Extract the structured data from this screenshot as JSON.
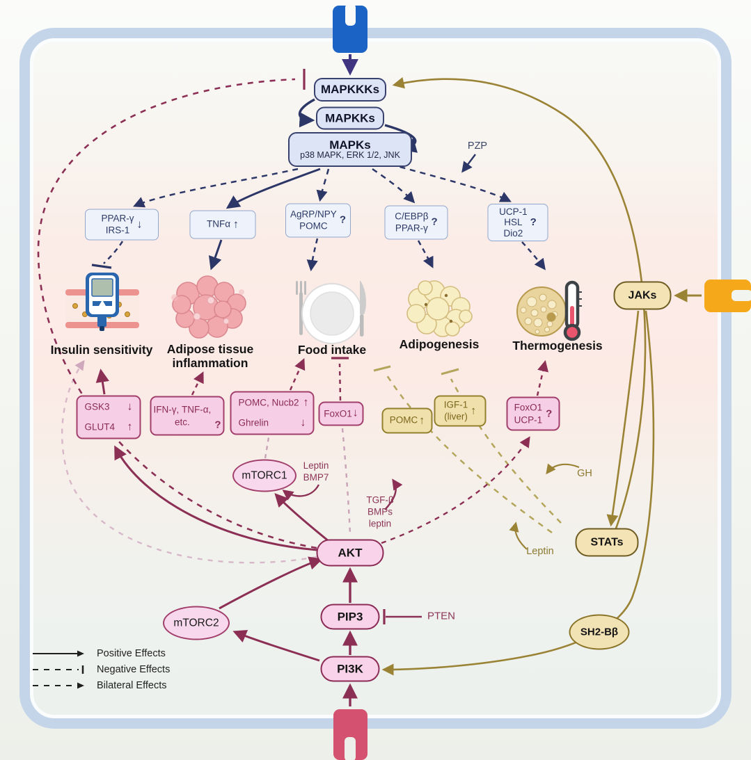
{
  "cascade": {
    "mapkkks": "MAPKKKs",
    "mapkks": "MAPKKs",
    "mapks": "MAPKs",
    "mapks_sub": "p38 MAPK, ERK 1/2,  JNK",
    "pzp": "PZP"
  },
  "mediators_top": {
    "ppar": {
      "l1": "PPAR-γ",
      "l2": "IRS-1",
      "arrow": "↓"
    },
    "tnfa": {
      "l1": "TNFα",
      "arrow": "↑"
    },
    "agrp": {
      "l1": "AgRP/NPY",
      "l2": "POMC",
      "mark": "?"
    },
    "cebp": {
      "l1": "C/EBPβ",
      "l2": "PPAR-γ",
      "mark": "?"
    },
    "ucp1": {
      "l1": "UCP-1",
      "l2": "HSL",
      "l3": "Dio2",
      "mark": "?"
    }
  },
  "outcomes": {
    "insulin": "Insulin sensitivity",
    "adipose_l1": "Adipose tissue",
    "adipose_l2": "inflammation",
    "food": "Food intake",
    "adipogenesis": "Adipogenesis",
    "thermogenesis": "Thermogenesis"
  },
  "mediators_bottom": {
    "gsk3": {
      "r1t": "GSK3",
      "r1a": "↓",
      "r2t": "GLUT4",
      "r2a": "↑"
    },
    "ifn": {
      "l1": "IFN-γ, TNF-α,",
      "l2": "etc.",
      "mark": "?"
    },
    "pomc_nucb2": {
      "r1t": "POMC, Nucb2",
      "r1a": "↑",
      "r2t": "Ghrelin",
      "r2a": "↓"
    },
    "foxo1": {
      "t": "FoxO1",
      "a": "↓"
    },
    "pomc": {
      "t": "POMC",
      "a": "↑"
    },
    "igf1": {
      "l1": "IGF-1",
      "l2": "(liver)",
      "a": "↑"
    },
    "foxo1_ucp1": {
      "l1": "FoxO1",
      "l2": "UCP-1",
      "mark": "?"
    }
  },
  "core": {
    "mtorc1": "mTORC1",
    "mtorc2": "mTORC2",
    "akt": "AKT",
    "pip3": "PIP3",
    "pi3k": "PI3K",
    "pten": "PTEN",
    "jaks": "JAKs",
    "stats": "STATs",
    "sh2b": "SH2-Bβ"
  },
  "side_labels": {
    "leptin_bmp7_l1": "Leptin",
    "leptin_bmp7_l2": "BMP7",
    "tgfb_l1": "TGF-β",
    "tgfb_l2": "BMPs",
    "tgfb_l3": "leptin",
    "gh": "GH",
    "leptin": "Leptin"
  },
  "legend": {
    "positive": "Positive Effects",
    "negative": "Negative Effects",
    "bilateral": "Bilateral Effects"
  },
  "colors": {
    "navy": "#2c3768",
    "maroon": "#8c2f55",
    "olive": "#9a8335",
    "membrane": "#c5d5e9",
    "receptor_blue": "#1b63c5",
    "receptor_yellow": "#f6a81b",
    "receptor_pink": "#d4516f"
  }
}
